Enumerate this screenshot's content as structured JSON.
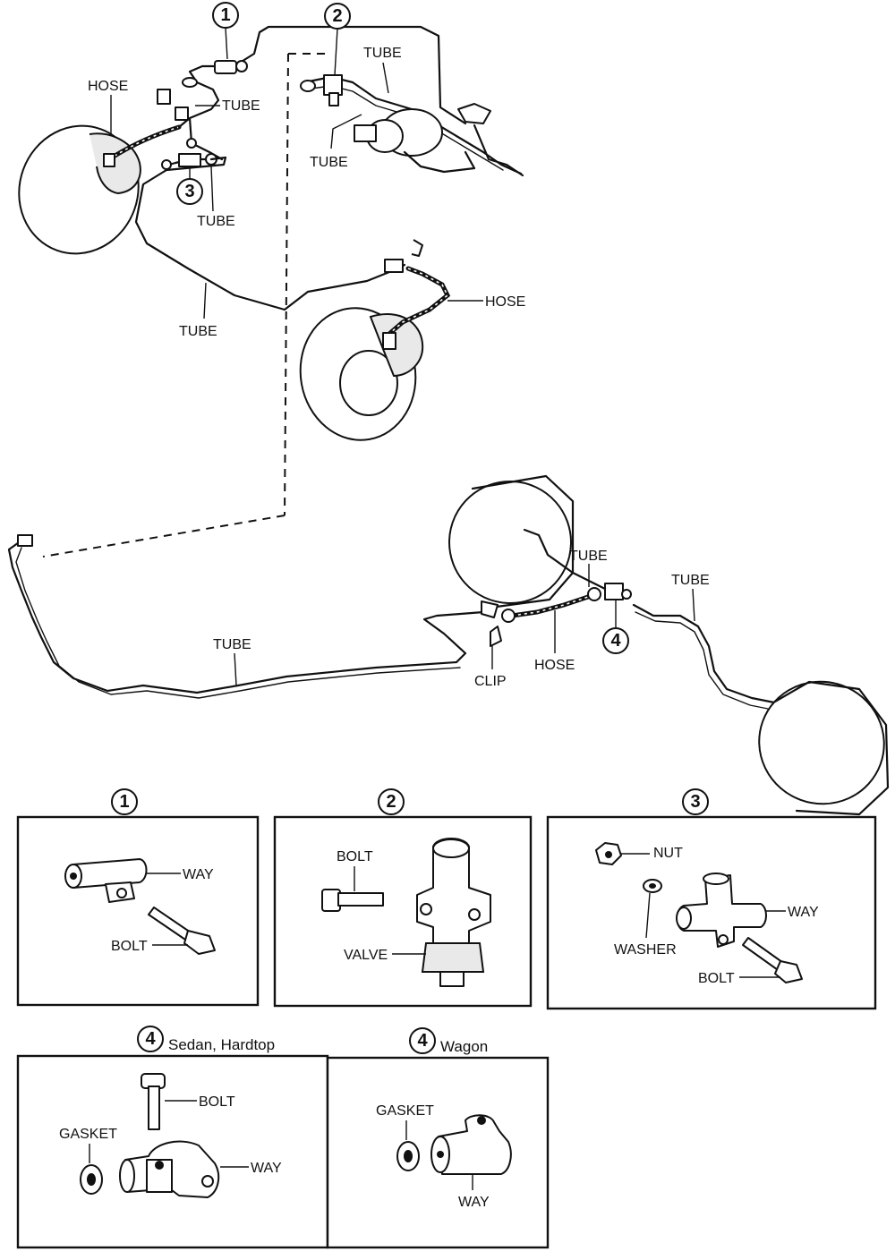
{
  "labels": {
    "tube": "TUBE",
    "hose": "HOSE",
    "clip": "CLIP",
    "way": "WAY",
    "bolt": "BOLT",
    "valve": "VALVE",
    "nut": "NUT",
    "washer": "WASHER",
    "gasket": "GASKET"
  },
  "callouts": [
    "1",
    "2",
    "3",
    "4"
  ],
  "panels": {
    "p1": {
      "number": "1"
    },
    "p2": {
      "number": "2"
    },
    "p3": {
      "number": "3"
    },
    "p4a": {
      "number": "4",
      "title": "Sedan, Hardtop"
    },
    "p4b": {
      "number": "4",
      "title": "Wagon"
    }
  }
}
